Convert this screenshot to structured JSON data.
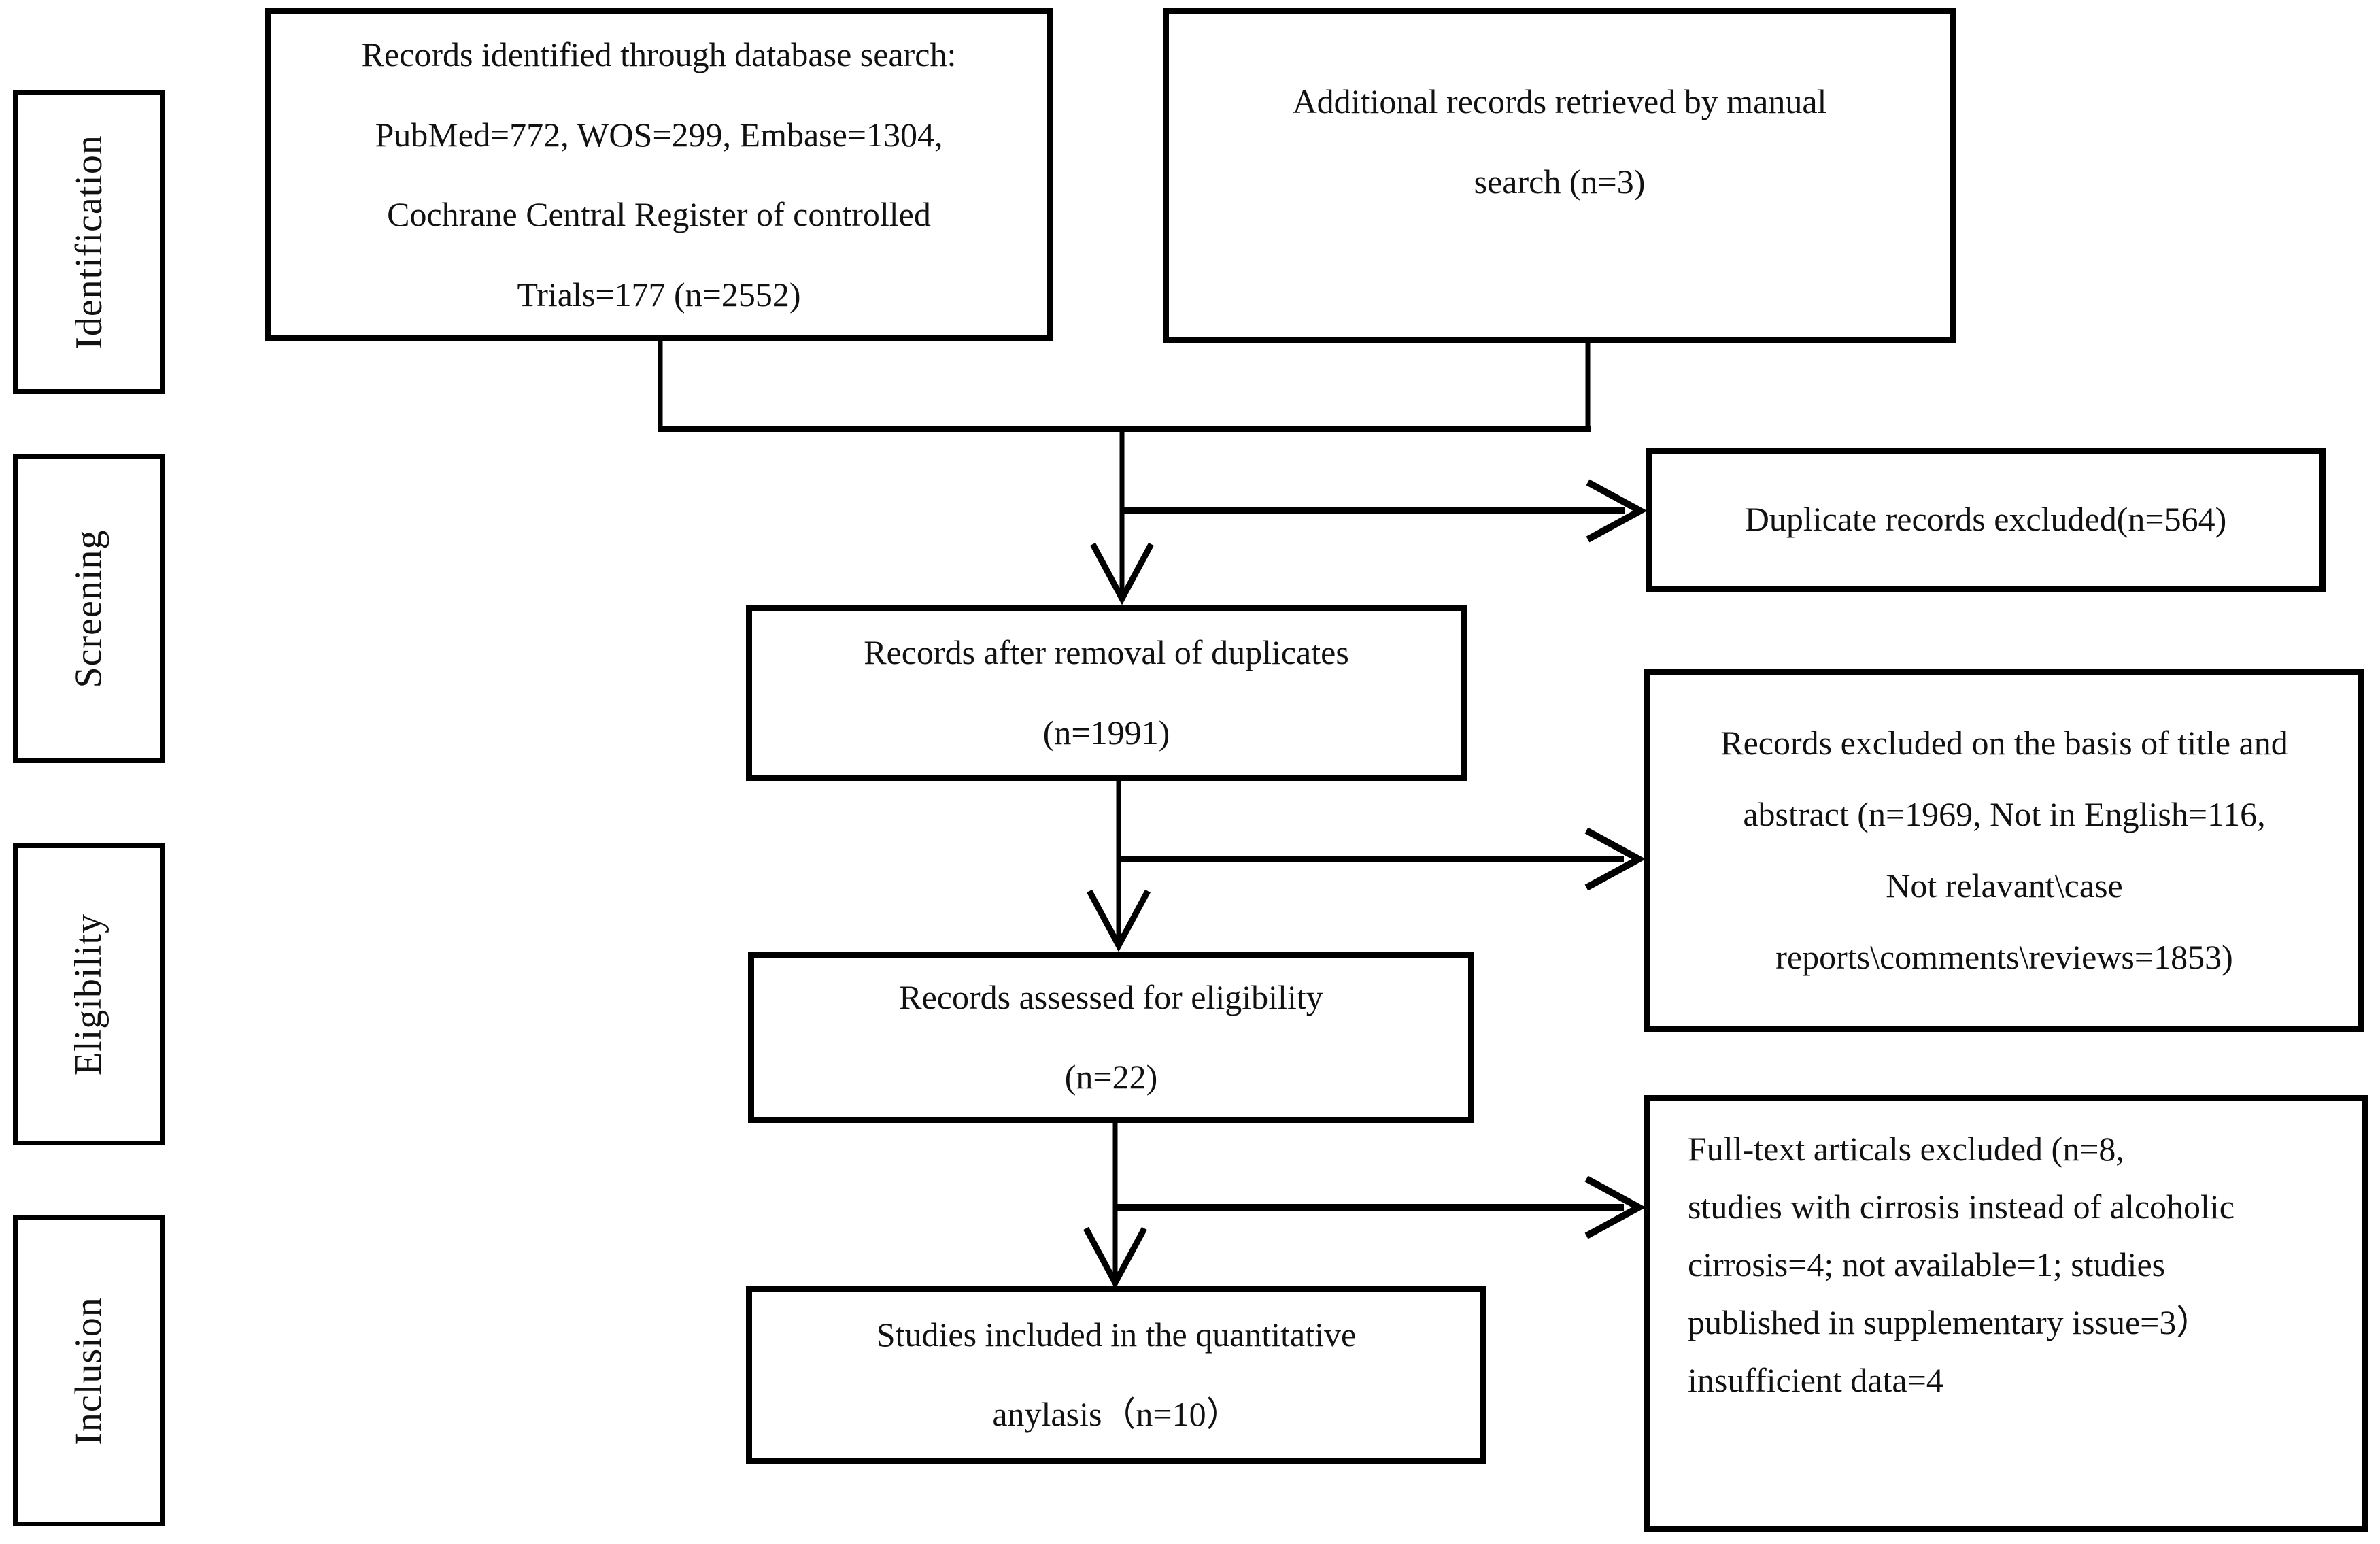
{
  "diagram": {
    "background_color": "#ffffff",
    "line_color": "#000000",
    "text_color": "#111111",
    "stages": [
      {
        "label": "Identification"
      },
      {
        "label": "Screening"
      },
      {
        "label": "Eligibility"
      },
      {
        "label": "Inclusion"
      }
    ],
    "boxes": {
      "identified": {
        "text": "Records identified through database search:\nPubMed=772, WOS=299, Embase=1304,\nCochrane Central Register of controlled\nTrials=177 (n=2552)"
      },
      "additional": {
        "text": "Additional records retrieved by manual\nsearch (n=3)"
      },
      "duplicates_excluded": {
        "text": "Duplicate records excluded(n=564)"
      },
      "after_removal": {
        "text": "Records after removal of duplicates\n(n=1991)"
      },
      "excluded_title_abstract": {
        "text": "Records excluded on the basis of title and\nabstract (n=1969, Not in English=116,\nNot relavant\\case\nreports\\comments\\reviews=1853)"
      },
      "assessed": {
        "text": "Records assessed for eligibility\n(n=22)"
      },
      "fulltext_excluded": {
        "text": "Full-text articals excluded (n=8,\nstudies with cirrosis instead of alcoholic\ncirrosis=4; not available=1; studies\npublished in supplementary issue=3）\ninsufficient data=4"
      },
      "included": {
        "text": "Studies included in the quantitative\nanylasis（n=10）"
      }
    }
  }
}
